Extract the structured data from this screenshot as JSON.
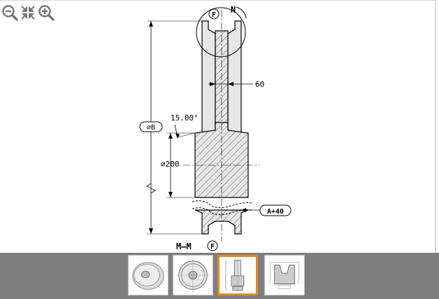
{
  "toolbar": {
    "zoom_out_icon": "zoom-out-icon",
    "fit_icon": "fit-to-screen-icon",
    "zoom_in_icon": "zoom-in-icon"
  },
  "drawing": {
    "detail_marker": "F",
    "north_label": "N",
    "dim_60": "60",
    "angle_label": "15.00°",
    "dia_b_label": "∅B",
    "dia_200_label": "∅200",
    "a40_label": "A+40",
    "section_label": "M–M",
    "section_marker": "F"
  },
  "thumbnails": {
    "items": [
      {
        "name": "pulley-3d-view"
      },
      {
        "name": "pulley-front-view"
      },
      {
        "name": "pulley-section-view",
        "active": true
      },
      {
        "name": "groove-detail-view"
      }
    ]
  },
  "colors": {
    "accent": "#e88a1a",
    "strip": "#7f7f7f",
    "section_fill": "#e6e6e6"
  }
}
